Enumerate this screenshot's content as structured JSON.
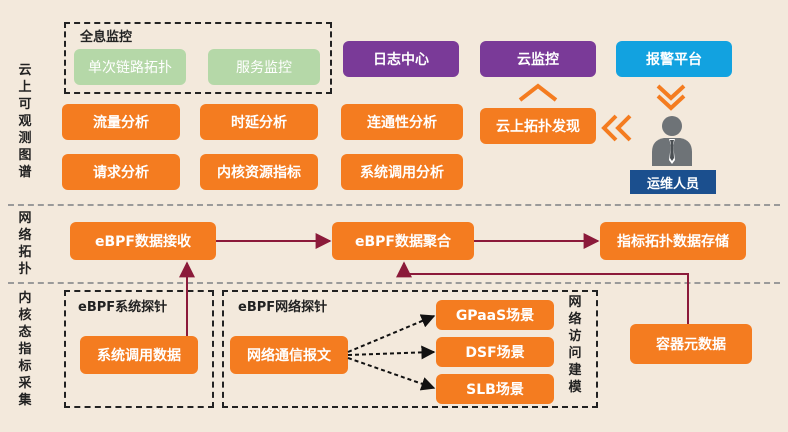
{
  "side_labels": {
    "cloud": "云上可观测图谱",
    "network": "网络拓扑",
    "kernel": "内核态指标采集",
    "access": "网络访问建模"
  },
  "groups": {
    "full_monitor": "全息监控",
    "ebpf_system_probe": "eBPF系统探针",
    "ebpf_network_probe": "eBPF网络探针"
  },
  "boxes": {
    "single_link_topo": "单次链路拓扑",
    "service_monitor": "服务监控",
    "log_center": "日志中心",
    "cloud_monitor": "云监控",
    "alert_platform": "报警平台",
    "traffic_analysis": "流量分析",
    "latency_analysis": "时延分析",
    "connectivity_analysis": "连通性分析",
    "cloud_topo_discovery": "云上拓扑发现",
    "request_analysis": "请求分析",
    "kernel_resource_metrics": "内核资源指标",
    "syscall_analysis": "系统调用分析",
    "ops_staff": "运维人员",
    "ebpf_data_receive": "eBPF数据接收",
    "ebpf_data_aggregate": "eBPF数据聚合",
    "metric_topo_storage": "指标拓扑数据存储",
    "syscall_data": "系统调用数据",
    "network_comm_packets": "网络通信报文",
    "gpaas_scene": "GPaaS场景",
    "dsf_scene": "DSF场景",
    "slb_scene": "SLB场景",
    "container_metadata": "容器元数据"
  },
  "colors": {
    "orange": "#f47c20",
    "green": "#b5d8a8",
    "purple": "#7a3a98",
    "blue": "#12a2e0",
    "navy": "#1b4f8e",
    "arrow": "#8b1a3a",
    "background": "#f3e9dc"
  },
  "icons": {
    "person": "user-icon",
    "chevron_up": "chevron-up-icon",
    "chevron_down": "chevron-down-icon",
    "chevron_left": "chevron-left-icon"
  }
}
